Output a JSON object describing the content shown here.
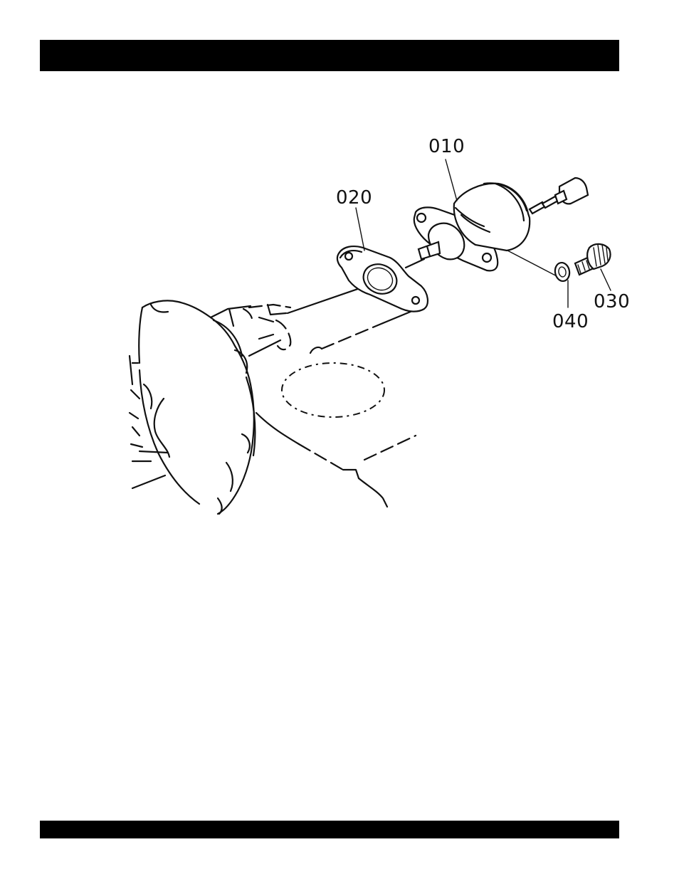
{
  "callouts": {
    "part_010": "010",
    "part_020": "020",
    "part_030": "030",
    "part_040": "040"
  },
  "colors": {
    "bars": "#000000",
    "linework": "#111111",
    "background": "#ffffff"
  }
}
